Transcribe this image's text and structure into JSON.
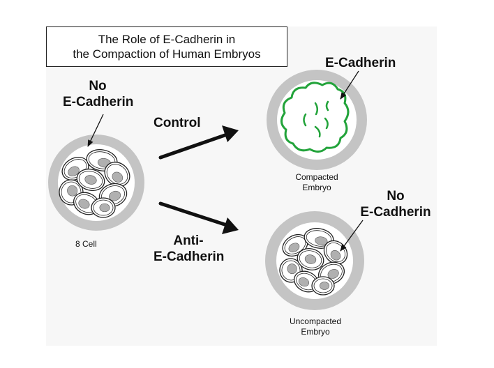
{
  "title": {
    "line1": "The Role of E-Cadherin in",
    "line2": "the Compaction of Human Embryos"
  },
  "labels": {
    "no_ecad_left_line1": "No",
    "no_ecad_left_line2": "E-Cadherin",
    "control": "Control",
    "anti_line1": "Anti-",
    "anti_line2": "E-Cadherin",
    "eight_cell": "8 Cell",
    "ecad_top": "E-Cadherin",
    "compacted_line1": "Compacted",
    "compacted_line2": "Embryo",
    "no_ecad_right_line1": "No",
    "no_ecad_right_line2": "E-Cadherin",
    "uncompacted_line1": "Uncompacted",
    "uncompacted_line2": "Embryo"
  },
  "colors": {
    "zona": "#c4c4c4",
    "cadherin": "#22a33a",
    "nucleus": "#b0b0b0",
    "panel": "#f7f7f7"
  }
}
